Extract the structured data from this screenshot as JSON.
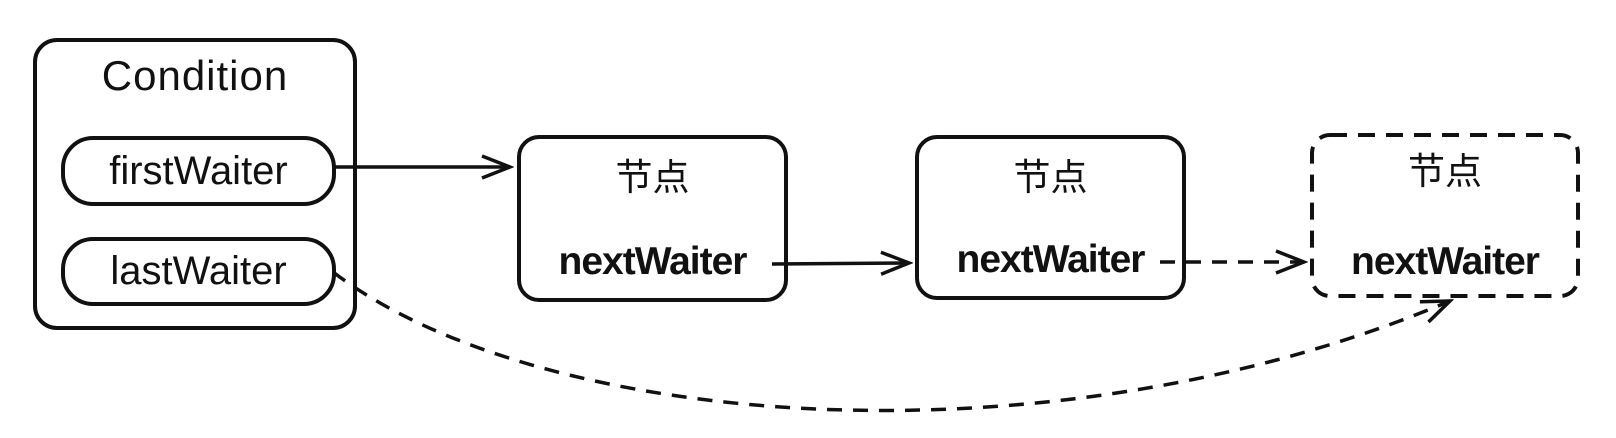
{
  "diagram": {
    "condition": {
      "title": "Condition",
      "fields": [
        {
          "label": "firstWaiter"
        },
        {
          "label": "lastWaiter"
        }
      ]
    },
    "nodes": [
      {
        "title": "节点",
        "field": "nextWaiter",
        "border": "solid"
      },
      {
        "title": "节点",
        "field": "nextWaiter",
        "border": "solid"
      },
      {
        "title": "节点",
        "field": "nextWaiter",
        "border": "dashed"
      }
    ],
    "edges": [
      {
        "from": "firstWaiter",
        "to": "node-1",
        "style": "solid"
      },
      {
        "from": "node-1.nextWaiter",
        "to": "node-2",
        "style": "solid"
      },
      {
        "from": "node-2.nextWaiter",
        "to": "node-3",
        "style": "dashed"
      },
      {
        "from": "lastWaiter",
        "to": "node-3",
        "style": "dashed-curve"
      }
    ],
    "colors": {
      "stroke": "#111111",
      "background": "#ffffff"
    }
  }
}
